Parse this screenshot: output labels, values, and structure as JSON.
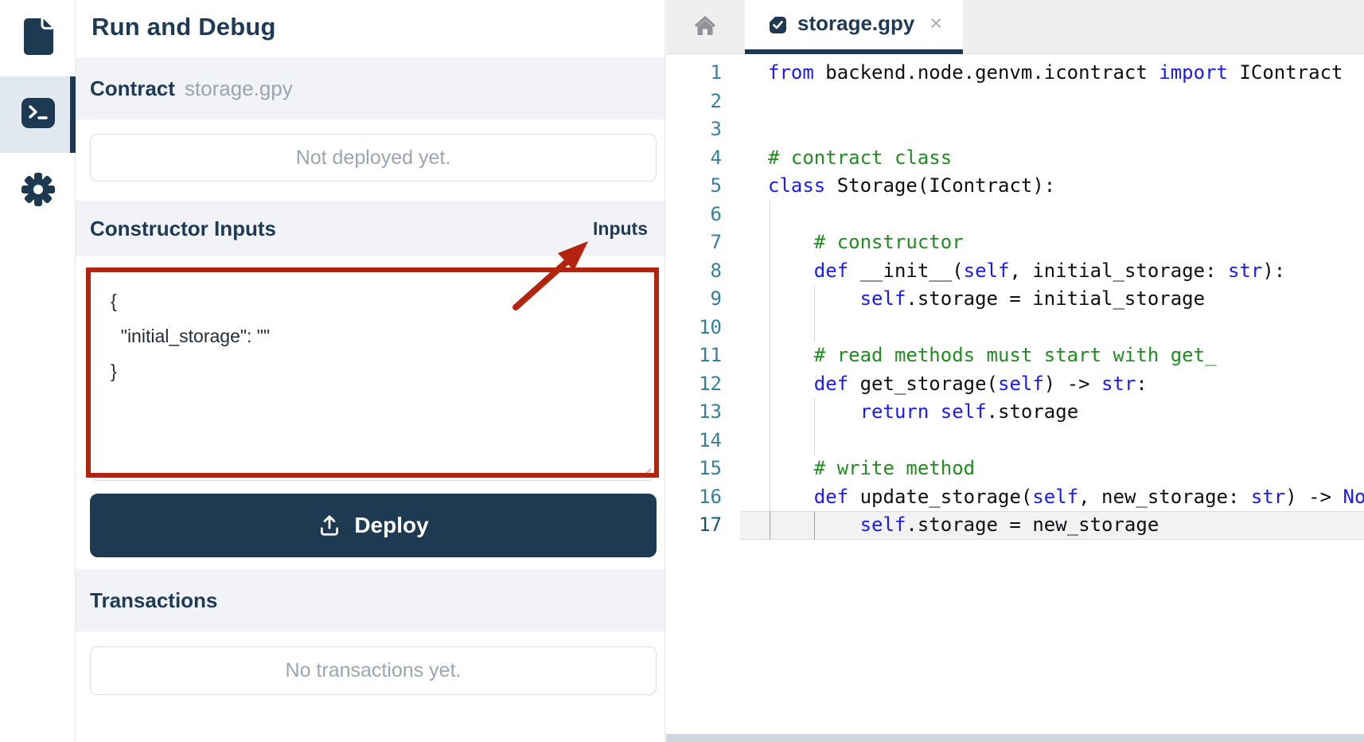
{
  "colors": {
    "navy": "#1e3a52",
    "annotation_red": "#b3230d",
    "keyword_blue": "#1b1aef",
    "comment_green": "#228b22",
    "line_number_teal": "#35809b",
    "active_rail_bg": "#e2e8f0",
    "band_gray": "#f1f3f6"
  },
  "sidebar": {
    "items": [
      {
        "id": "files",
        "icon": "file-icon",
        "active": false
      },
      {
        "id": "run-debug",
        "icon": "terminal-icon",
        "active": true
      },
      {
        "id": "settings",
        "icon": "gear-icon",
        "active": false
      }
    ]
  },
  "panel": {
    "title": "Run and Debug",
    "contract": {
      "label": "Contract",
      "filename": "storage.gpy",
      "status": "Not deployed yet."
    },
    "constructor": {
      "label": "Constructor Inputs",
      "badge": "Inputs",
      "json_value": "{\n  \"initial_storage\": \"\"\n}"
    },
    "deploy_label": "Deploy",
    "transactions": {
      "label": "Transactions",
      "empty": "No transactions yet."
    }
  },
  "editor": {
    "tab": {
      "label": "storage.gpy",
      "close": "×"
    },
    "active_line": 17,
    "lines": [
      {
        "tokens": [
          [
            "k",
            "from"
          ],
          [
            "t",
            " backend.node.genvm.icontract "
          ],
          [
            "k",
            "import"
          ],
          [
            "t",
            " IContract"
          ]
        ],
        "guides": []
      },
      {
        "tokens": [],
        "guides": []
      },
      {
        "tokens": [],
        "guides": []
      },
      {
        "tokens": [
          [
            "c",
            "# contract class"
          ]
        ],
        "guides": []
      },
      {
        "tokens": [
          [
            "k",
            "class"
          ],
          [
            "t",
            " Storage(IContract):"
          ]
        ],
        "guides": []
      },
      {
        "tokens": [],
        "guides": [
          0
        ]
      },
      {
        "tokens": [
          [
            "t",
            "    "
          ],
          [
            "c",
            "# constructor"
          ]
        ],
        "guides": [
          0
        ]
      },
      {
        "tokens": [
          [
            "t",
            "    "
          ],
          [
            "k",
            "def"
          ],
          [
            "t",
            " __init__("
          ],
          [
            "k",
            "self"
          ],
          [
            "t",
            ", initial_storage: "
          ],
          [
            "k",
            "str"
          ],
          [
            "t",
            "):"
          ]
        ],
        "guides": [
          0
        ]
      },
      {
        "tokens": [
          [
            "t",
            "        "
          ],
          [
            "k",
            "self"
          ],
          [
            "t",
            ".storage = initial_storage"
          ]
        ],
        "guides": [
          0,
          1
        ]
      },
      {
        "tokens": [],
        "guides": [
          0,
          1
        ]
      },
      {
        "tokens": [
          [
            "t",
            "    "
          ],
          [
            "c",
            "# read methods must start with get_"
          ]
        ],
        "guides": [
          0
        ]
      },
      {
        "tokens": [
          [
            "t",
            "    "
          ],
          [
            "k",
            "def"
          ],
          [
            "t",
            " get_storage("
          ],
          [
            "k",
            "self"
          ],
          [
            "t",
            ") -> "
          ],
          [
            "k",
            "str"
          ],
          [
            "t",
            ":"
          ]
        ],
        "guides": [
          0
        ]
      },
      {
        "tokens": [
          [
            "t",
            "        "
          ],
          [
            "k",
            "return"
          ],
          [
            "t",
            " "
          ],
          [
            "k",
            "self"
          ],
          [
            "t",
            ".storage"
          ]
        ],
        "guides": [
          0,
          1
        ]
      },
      {
        "tokens": [],
        "guides": [
          0,
          1
        ]
      },
      {
        "tokens": [
          [
            "t",
            "    "
          ],
          [
            "c",
            "# write method"
          ]
        ],
        "guides": [
          0
        ]
      },
      {
        "tokens": [
          [
            "t",
            "    "
          ],
          [
            "k",
            "def"
          ],
          [
            "t",
            " update_storage("
          ],
          [
            "k",
            "self"
          ],
          [
            "t",
            ", new_storage: "
          ],
          [
            "k",
            "str"
          ],
          [
            "t",
            ") -> "
          ],
          [
            "k",
            "None"
          ],
          [
            "t",
            ":"
          ]
        ],
        "guides": [
          0
        ]
      },
      {
        "tokens": [
          [
            "t",
            "        "
          ],
          [
            "k",
            "self"
          ],
          [
            "t",
            ".storage = new_storage"
          ]
        ],
        "guides": [
          0,
          1
        ]
      }
    ]
  }
}
